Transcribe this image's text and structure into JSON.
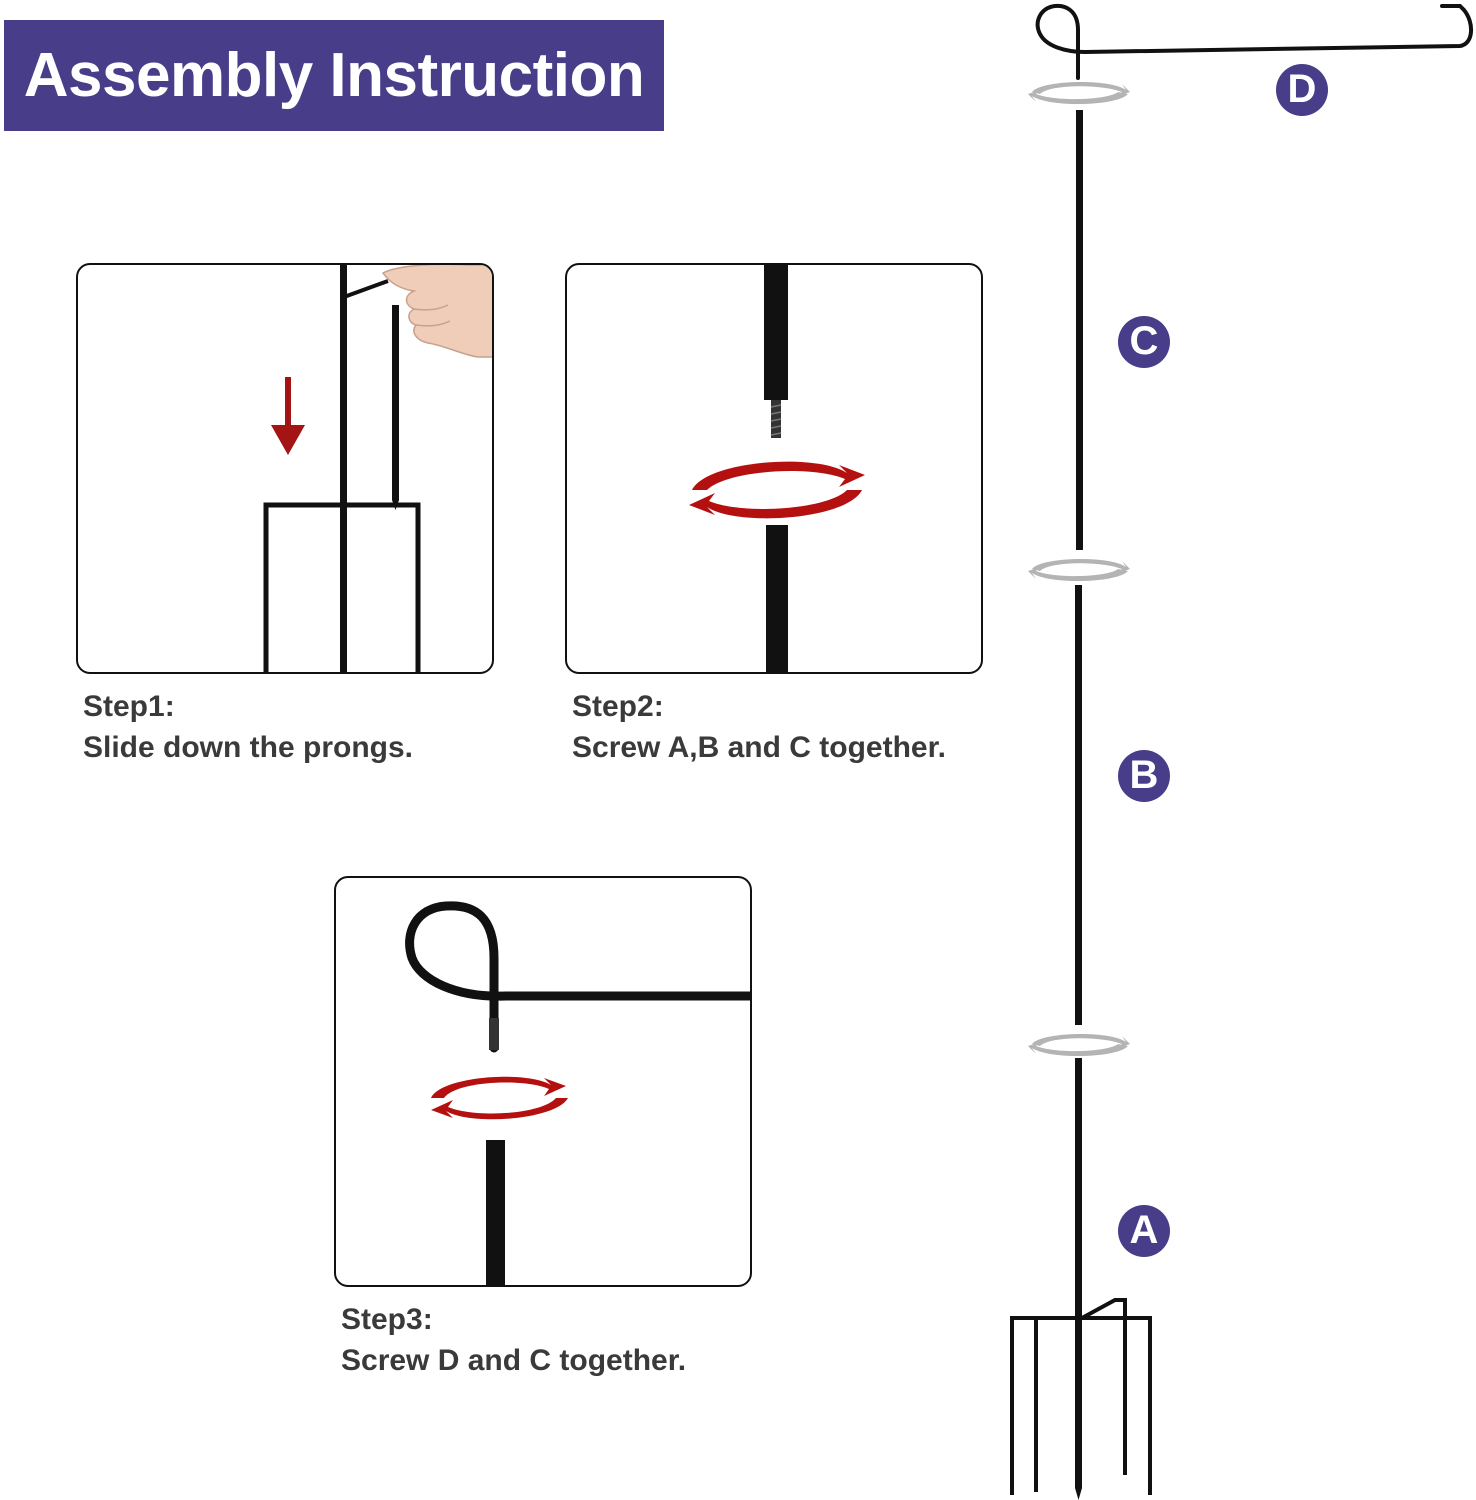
{
  "title": "Assembly Instruction",
  "steps": [
    {
      "heading": "Step1:",
      "text": "Slide down the prongs."
    },
    {
      "heading": "Step2:",
      "text": "Screw A,B and C together."
    },
    {
      "heading": "Step3:",
      "text": "Screw D and C together."
    }
  ],
  "part_labels": {
    "a": "A",
    "b": "B",
    "c": "C",
    "d": "D"
  },
  "colors": {
    "banner": "#473d89",
    "arrow": "#b51010",
    "rod": "#111111",
    "swirl": "#b4b4b4"
  },
  "icons": [
    "down-arrow-icon",
    "rotation-arrow-icon",
    "hand-icon"
  ]
}
